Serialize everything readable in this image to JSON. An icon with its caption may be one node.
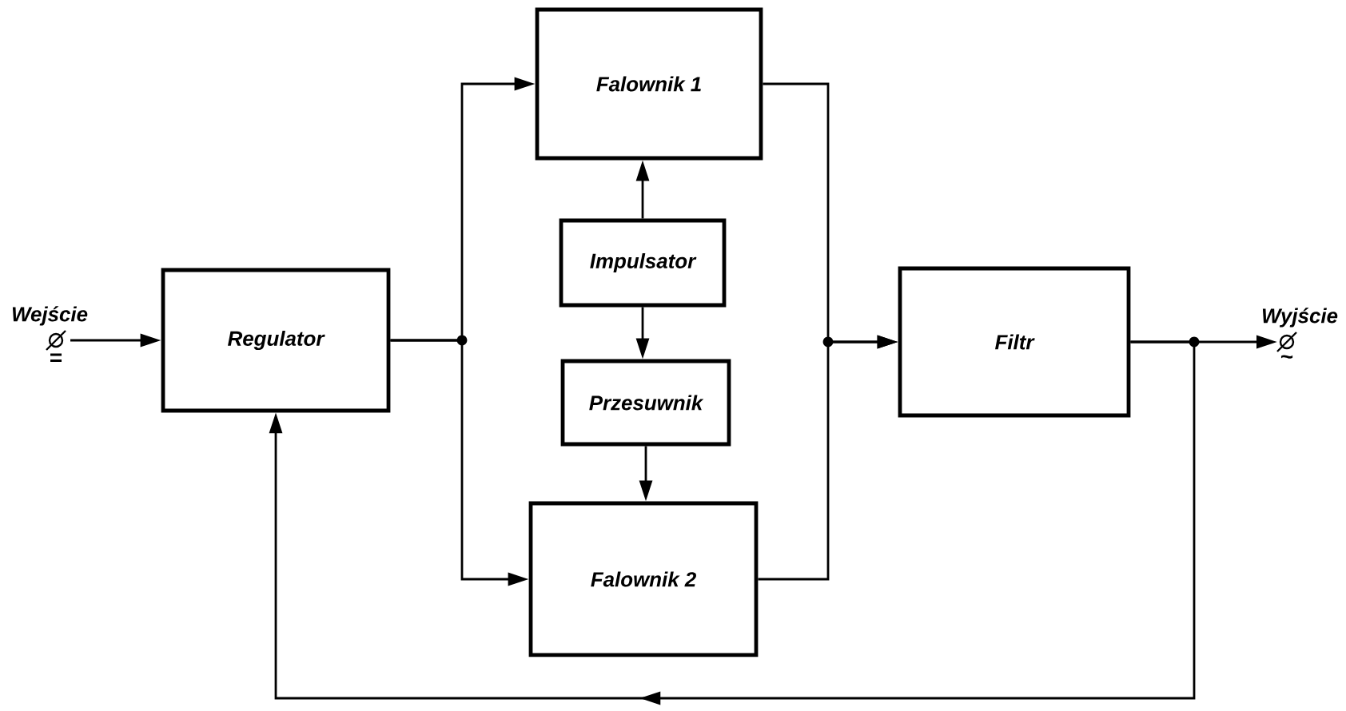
{
  "diagram": {
    "nodes": [
      {
        "text": [
          "Wejście"
        ],
        "beside": [
          "="
        ]
      },
      {
        "text": [
          "Regulator"
        ]
      },
      {
        "text": [
          "Falownik 1"
        ]
      },
      {
        "text": [
          "Impulsator"
        ]
      },
      {
        "text": [
          "Przesuwnik"
        ]
      },
      {
        "text": [
          "Falownik 2"
        ]
      },
      {
        "text": [
          "Filtr"
        ]
      },
      {
        "text": [
          "Wyjście"
        ],
        "beside": [
          "~"
        ]
      }
    ],
    "edges": [
      {
        "from": 0,
        "to": 1,
        "arrow": "to"
      },
      {
        "from": 1,
        "to": 2,
        "arrow": "to"
      },
      {
        "from": 1,
        "to": 5,
        "arrow": "to"
      },
      {
        "from": 3,
        "to": 2,
        "arrow": "to"
      },
      {
        "from": 3,
        "to": 4,
        "arrow": "to"
      },
      {
        "from": 4,
        "to": 5,
        "arrow": "to"
      },
      {
        "from": 2,
        "to": 6,
        "arrow": "to"
      },
      {
        "from": 5,
        "to": 6,
        "arrow": "to"
      },
      {
        "from": 6,
        "to": 7,
        "arrow": "to"
      },
      {
        "from": 6,
        "to": 1,
        "arrow": "to"
      }
    ]
  }
}
